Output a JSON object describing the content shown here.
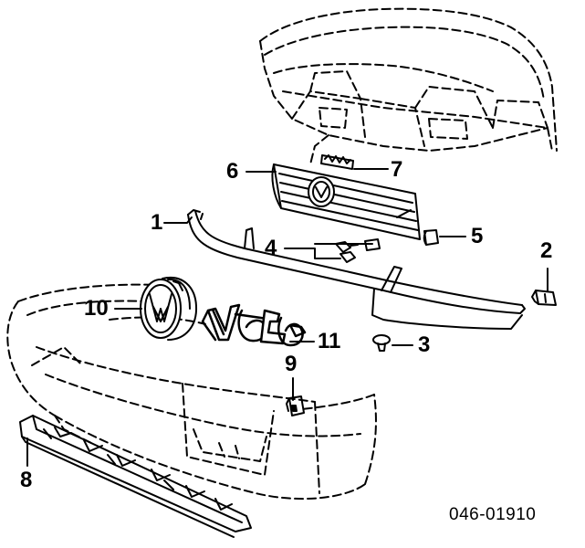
{
  "callouts": {
    "c1": "1",
    "c2": "2",
    "c3": "3",
    "c4": "4",
    "c5": "5",
    "c6": "6",
    "c7": "7",
    "c8": "8",
    "c9": "9",
    "c10": "10",
    "c11": "11"
  },
  "diagram_code": "046-01910",
  "emblem_text": "V6"
}
